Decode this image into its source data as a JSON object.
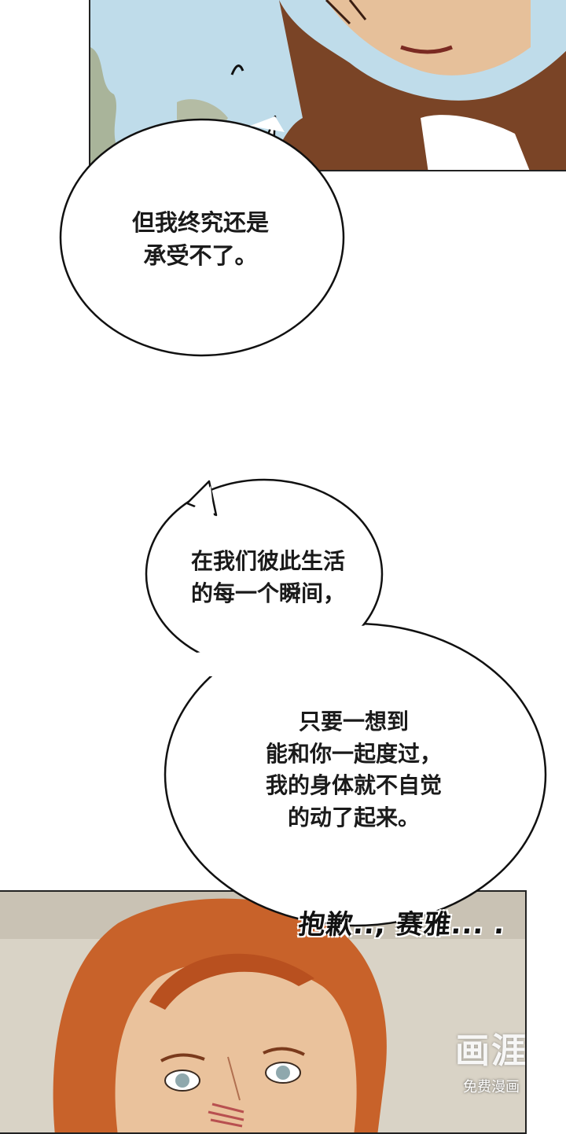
{
  "bubbles": {
    "b1": "但我终究还是\n承受不了。",
    "b2": "在我们彼此生活\n的每一个瞬间，",
    "b3": "只要一想到\n能和你一起度过，\n我的身体就不自觉\n的动了起来。"
  },
  "sfx": "抱歉.., 赛雅... .",
  "watermark": {
    "logo": "画涯",
    "subtitle": "免费漫画"
  },
  "colors": {
    "sky": "#bcd9e8",
    "jacket": "#6b3a22",
    "skin": "#e9c29a",
    "hair": "#c8602a",
    "ground": "#d8d2c4"
  }
}
